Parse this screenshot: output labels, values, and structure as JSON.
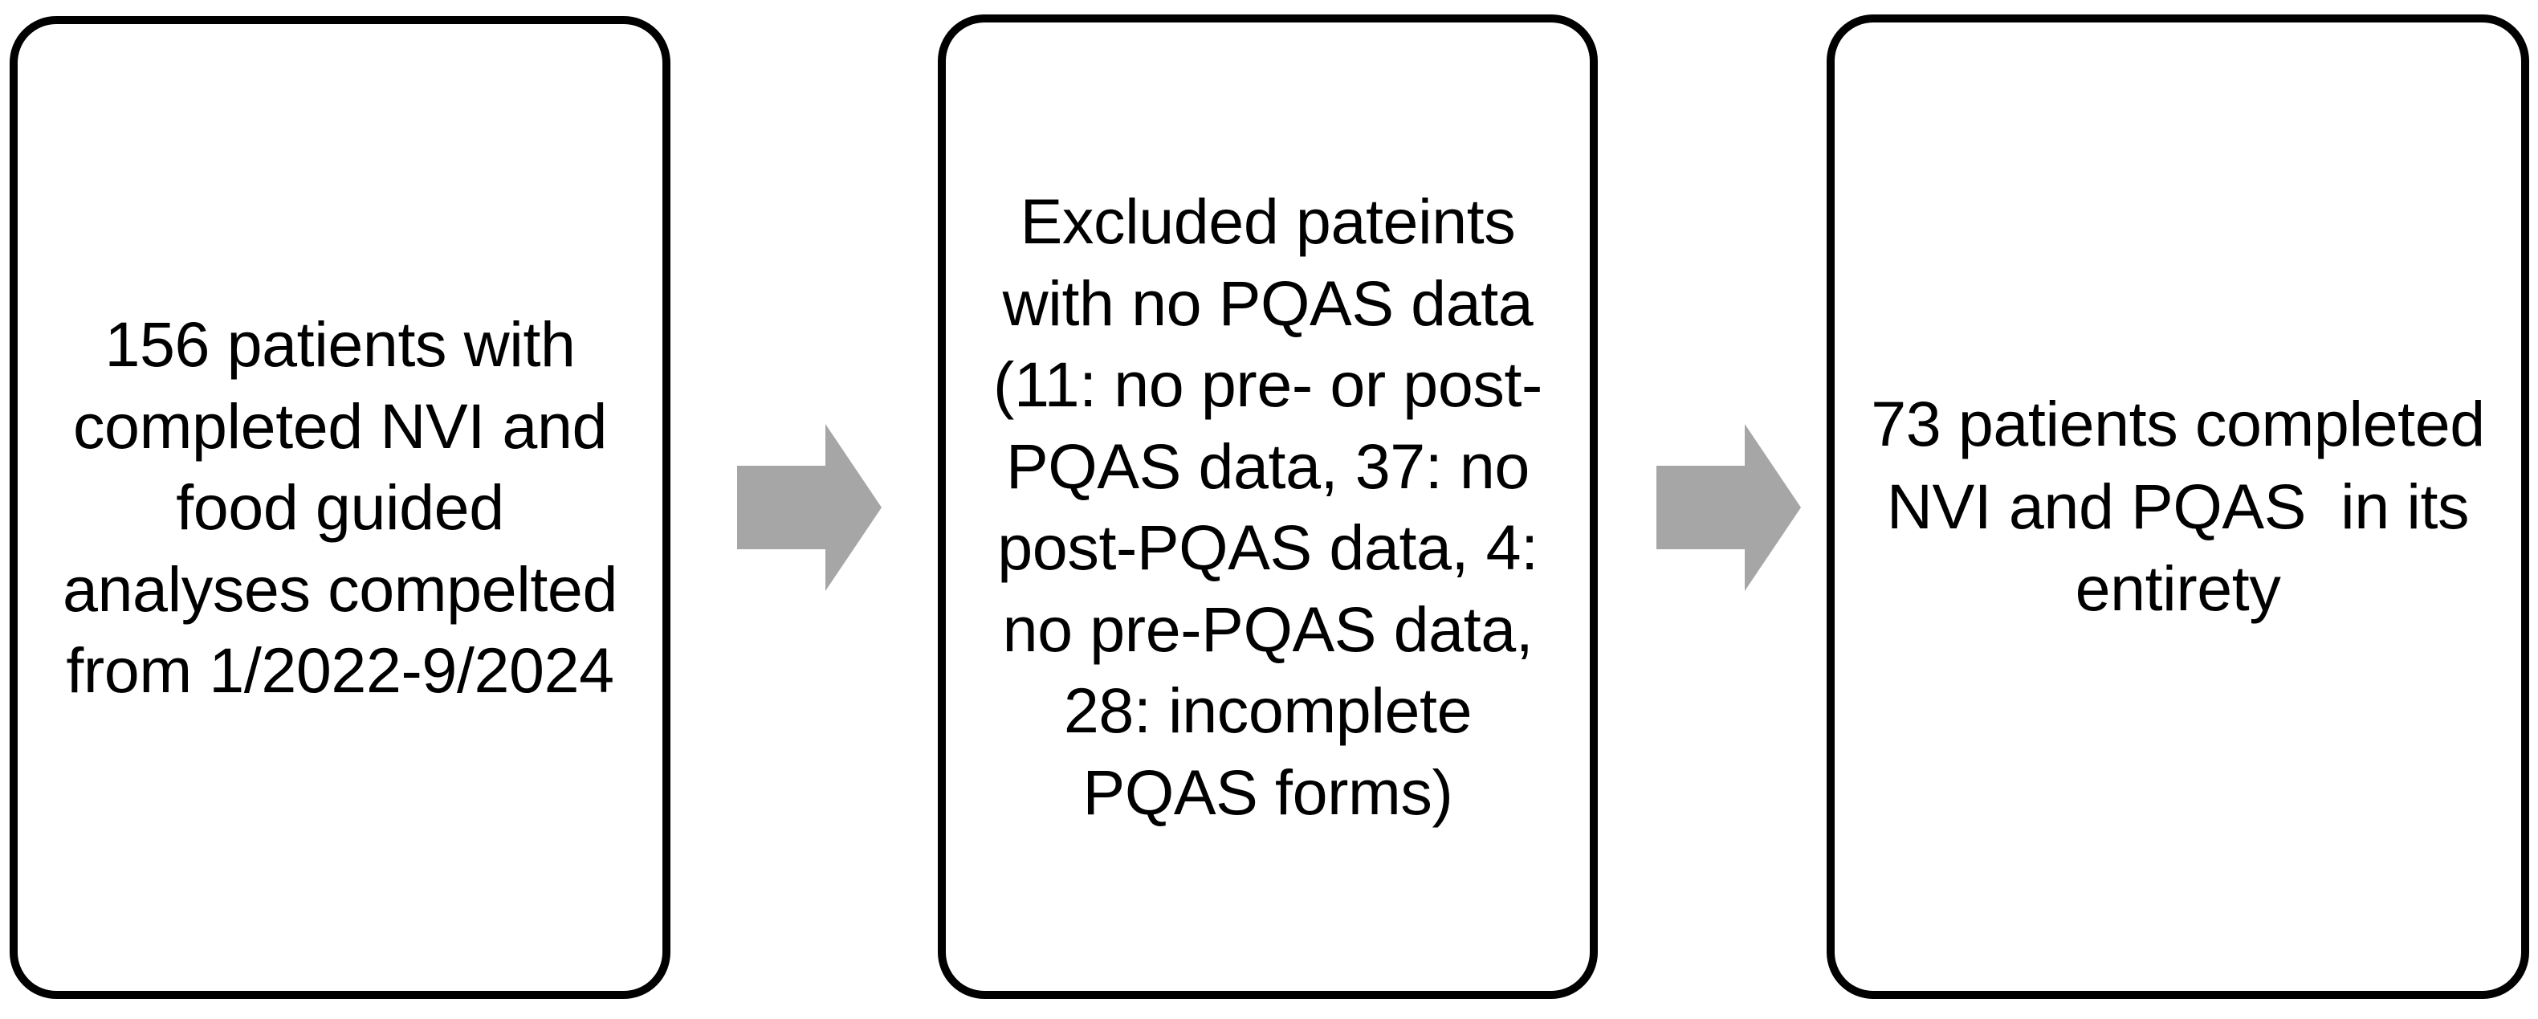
{
  "diagram": {
    "type": "flowchart",
    "orientation": "horizontal-left-to-right",
    "background_color": "#FFFFFF",
    "box_border_color": "#000000",
    "box_fill_color": "#FFFFFF",
    "arrow_color": "#A6A6A6",
    "text_color": "#000000",
    "nodes": [
      {
        "id": "node-enrolled",
        "label": "156 patients with completed NVI and food guided analyses compelted from 1/2022-9/2024",
        "count": 156
      },
      {
        "id": "node-excluded",
        "label": "Excluded pateints with no PQAS data (11: no pre- or post-PQAS data, 37: no post-PQAS data, 4: no pre-PQAS data, 28: incomplete PQAS forms)",
        "exclusions": [
          {
            "n": 11,
            "reason": "no pre- or post-PQAS data"
          },
          {
            "n": 37,
            "reason": "no post-PQAS data"
          },
          {
            "n": 4,
            "reason": "no pre-PQAS data"
          },
          {
            "n": 28,
            "reason": "incomplete PQAS forms"
          }
        ]
      },
      {
        "id": "node-final",
        "label": "73 patients completed NVI and PQAS  in its entirety",
        "count": 73
      }
    ],
    "connectors": [
      {
        "id": "connector-1",
        "icon": "right-block-arrow-icon",
        "from": "node-enrolled",
        "to": "node-excluded"
      },
      {
        "id": "connector-2",
        "icon": "right-block-arrow-icon",
        "from": "node-excluded",
        "to": "node-final"
      }
    ]
  }
}
